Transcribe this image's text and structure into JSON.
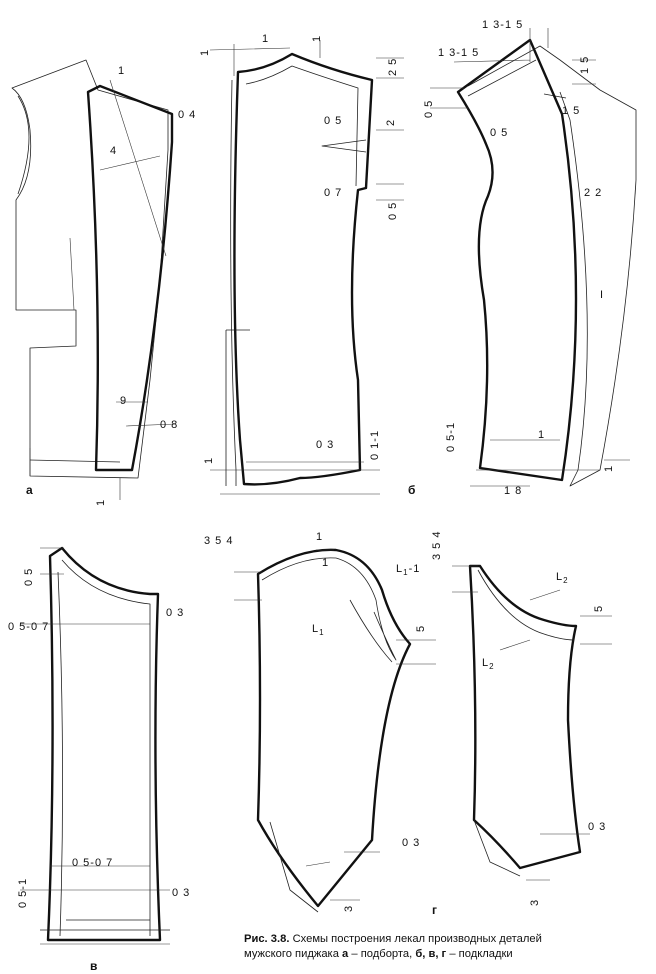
{
  "caption": {
    "fig_label": "Рис. 3.8.",
    "line1": "Схемы построения лекал производных деталей",
    "line2_pre": "мужского пиджака ",
    "a": "а",
    "dash1": " – подборта, ",
    "bvg": "б, в, г",
    "dash2": " – подкладки"
  },
  "panel_labels": {
    "a": "а",
    "b": "б",
    "v": "в",
    "g": "г"
  },
  "dims": {
    "a": {
      "d1": "1",
      "d04": "0 4",
      "d4": "4",
      "d9": "9",
      "d08": "0 8",
      "dbottom": "1"
    },
    "b": {
      "d1a": "1",
      "d1b": "1",
      "d1c": "1",
      "d25": "2 5",
      "d05a": "0 5",
      "d2": "2",
      "d07": "0 7",
      "d05b": "0 5",
      "d03": "0 3",
      "d011": "0 1-1",
      "d1d": "1"
    },
    "c": {
      "d1315a": "1 3-1 5",
      "d1315b": "1 3-1 5",
      "d15a": "1 5",
      "d05": "0 5",
      "d05b": "0 5",
      "d15b": "1 5",
      "d22": "2 2",
      "dI": "I",
      "d051": "0 5-1",
      "d1a": "1",
      "d1b": "1",
      "d18": "1 8"
    },
    "v": {
      "d05": "0 5",
      "d0507a": "0 5-0 7",
      "d03a": "0 3",
      "d0507b": "0 5-0 7",
      "d051": "0 5-1",
      "d03b": "0 3"
    },
    "g1": {
      "d354": "3 5   4",
      "d1a": "1",
      "d1b": "1",
      "L11": "L",
      "L11sub": "1",
      "L11suf": "-1",
      "L1": "L",
      "L1sub": "1",
      "d5": "5",
      "d03": "0 3",
      "d3": "3"
    },
    "g2": {
      "d354": "3 5   4",
      "L2a": "L",
      "L2asub": "2",
      "d5": "5",
      "L2b": "L",
      "L2bsub": "2",
      "d03": "0 3",
      "d3": "3"
    }
  }
}
